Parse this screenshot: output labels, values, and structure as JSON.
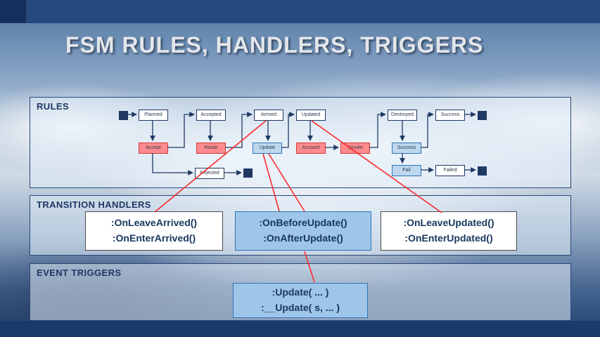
{
  "title": "FSM RULES, HANDLERS, TRIGGERS",
  "colors": {
    "navy": "#1f3864",
    "top_bar": "#264a7d",
    "state_fill": "#ffffff",
    "transition_red_fill": "#ff8a8d",
    "transition_blue_fill": "#bdd7ee",
    "handler_blue_fill": "#9fc5e8",
    "callout_line": "#fb2b2b"
  },
  "rules": {
    "header": "RULES",
    "nodes": [
      {
        "label": "Planned",
        "type": "state"
      },
      {
        "label": "Accepted",
        "type": "state"
      },
      {
        "label": "Arrived",
        "type": "state"
      },
      {
        "label": "Updated",
        "type": "state"
      },
      {
        "label": "Destroyed",
        "type": "state"
      },
      {
        "label": "Success",
        "type": "state"
      },
      {
        "label": "Accept",
        "type": "transition-red"
      },
      {
        "label": "Route",
        "type": "transition-red"
      },
      {
        "label": "Update",
        "type": "transition-blue"
      },
      {
        "label": "Account",
        "type": "transition-red"
      },
      {
        "label": "Smoke",
        "type": "transition-red"
      },
      {
        "label": "Success",
        "type": "transition-blue"
      },
      {
        "label": "Rejected",
        "type": "state"
      },
      {
        "label": "Fail",
        "type": "transition-blue"
      },
      {
        "label": "Failed",
        "type": "state"
      }
    ]
  },
  "handlers": {
    "header": "TRANSITION HANDLERS",
    "boxes": [
      {
        "style": "white",
        "lines": [
          ":OnLeaveArrived()",
          ":OnEnterArrived()"
        ]
      },
      {
        "style": "blue",
        "lines": [
          ":OnBeforeUpdate()",
          ":OnAfterUpdate()"
        ]
      },
      {
        "style": "white",
        "lines": [
          ":OnLeaveUpdated()",
          ":OnEnterUpdated()"
        ]
      }
    ]
  },
  "triggers": {
    "header": "EVENT TRIGGERS",
    "boxes": [
      {
        "style": "blue",
        "lines": [
          ":Update( ... )",
          ":__Update( s, ... )"
        ]
      }
    ]
  }
}
